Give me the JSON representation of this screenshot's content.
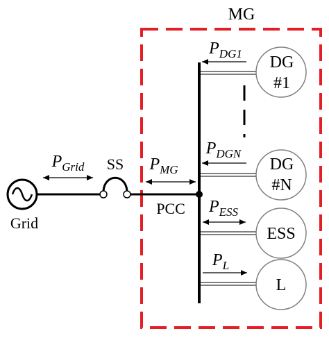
{
  "title": "MG",
  "grid": {
    "label": "Grid"
  },
  "switch": {
    "label": "SS"
  },
  "pcc": {
    "label": "PCC"
  },
  "flows": {
    "grid": {
      "base": "P",
      "sub": "Grid"
    },
    "mg": {
      "base": "P",
      "sub": "MG"
    },
    "dg1": {
      "base": "P",
      "sub": "DG1"
    },
    "dgn": {
      "base": "P",
      "sub": "DGN"
    },
    "ess": {
      "base": "P",
      "sub": "ESS"
    },
    "load": {
      "base": "P",
      "sub": "L"
    }
  },
  "nodes": {
    "dg1": {
      "line1": "DG",
      "line2": "#1"
    },
    "dgn": {
      "line1": "DG",
      "line2": "#N"
    },
    "ess": {
      "line1": "ESS"
    },
    "load": {
      "line1": "L"
    }
  },
  "colors": {
    "boundary": "#e31e24",
    "line": "#000000",
    "node_stroke": "#808080"
  }
}
